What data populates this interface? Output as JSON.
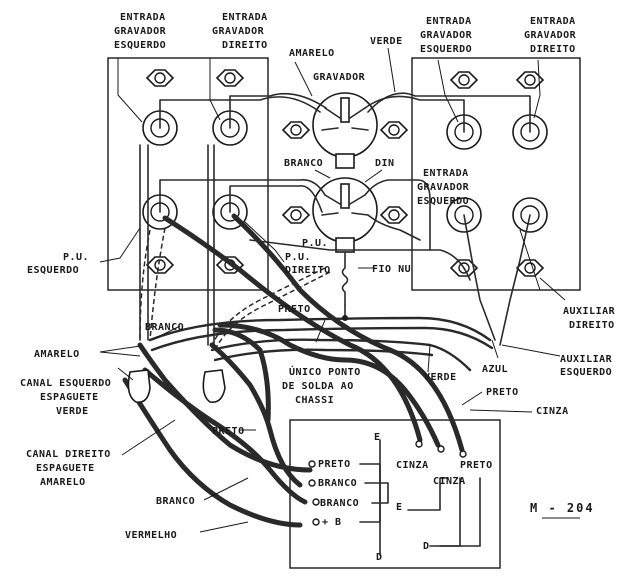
{
  "labels": {
    "entrada_grav_esq_left": [
      "ENTRADA",
      "GRAVADOR",
      "ESQUERDO"
    ],
    "entrada_grav_dir_left": [
      "ENTRADA",
      "GRAVADOR",
      "DIREITO"
    ],
    "entrada_grav_esq_right": [
      "ENTRADA",
      "GRAVADOR",
      "ESQUERDO"
    ],
    "entrada_grav_dir_right": [
      "ENTRADA",
      "GRAVADOR",
      "DIREITO"
    ],
    "entrada_grav_esq_right2": [
      "ENTRADA",
      "GRAVADOR",
      "ESQUERDO"
    ],
    "amarelo_top": "AMARELO",
    "verde_top": "VERDE",
    "gravador": "GRAVADOR",
    "branco_mid": "BRANCO",
    "din": "DIN",
    "pu_center": "P.U.",
    "pu_esquerdo": [
      "P.U.",
      "ESQUERDO"
    ],
    "pu_direito": [
      "P.U.",
      "DIREITO"
    ],
    "fio_nu": "FIO NU",
    "preto_mid": "PRETO",
    "branco_left": "BRANCO",
    "amarelo_left": "AMARELO",
    "canal_esquerdo": [
      "CANAL ESQUERDO",
      "ESPAGUETE",
      "VERDE"
    ],
    "canal_direito": [
      "CANAL DIREITO",
      "ESPAGUETE",
      "AMARELO"
    ],
    "unico_ponto": [
      "ÚNICO PONTO",
      "DE SOLDA AO",
      "CHASSI"
    ],
    "verde_bottom": "VERDE",
    "azul": "AZUL",
    "auxiliar_direito": [
      "AUXILIAR",
      "DIREITO"
    ],
    "auxiliar_esquerdo": [
      "AUXILIAR",
      "ESQUERDO"
    ],
    "preto_right": "PRETO",
    "cinza_right": "CINZA",
    "preto_left": "PRETO",
    "branco_bottom": "BRANCO",
    "vermelho": "VERMELHO"
  },
  "board": {
    "pin_preto": "PRETO",
    "pin_branco_1": "BRANCO",
    "pin_branco_2": "BRANCO",
    "pin_b": "+ B",
    "e_label_top": "E",
    "e_label_mid": "E",
    "d_label_bottom": "D",
    "d_label_left": "D",
    "cinza_1": "CINZA",
    "cinza_2": "CINZA",
    "preto_board": "PRETO"
  },
  "figure_code": "M - 204"
}
